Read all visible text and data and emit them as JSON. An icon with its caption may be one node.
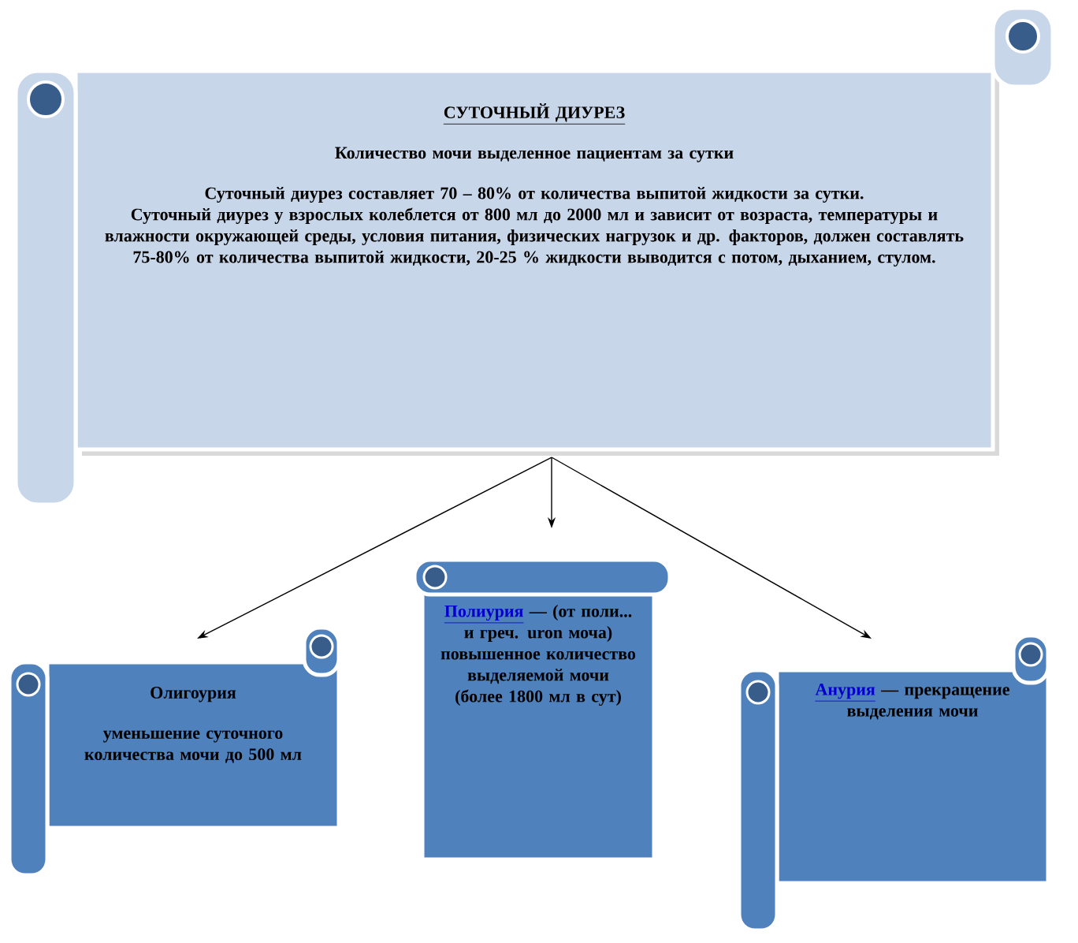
{
  "diagram": {
    "nodes": [
      {
        "text": [
          "СУТОЧНЫЙ ДИУРЕЗ",
          "Количество мочи выделенное пациентам за сутки",
          "Суточный диурез составляет 70 – 80% от количества выпитой жидкости за сутки.",
          "Суточный диурез у взрослых колеблется от 800 мл до 2000 мл и зависит от возраста, температуры и влажности окружающей среды, условия питания, физических нагрузок  и др. факторов, должен составлять 75-80% от количества выпитой жидкости, 20-25 % жидкости выводится с потом, дыханием, стулом."
        ]
      },
      {
        "text": [
          "Олигоурия",
          "уменьшение  суточного количества мочи до 500 мл"
        ]
      },
      {
        "text": [
          "Полиурия",
          "— (от поли... и греч. uron моча) повышенное количество выделяемой мочи (более 1800 мл в сут)"
        ]
      },
      {
        "text": [
          "Анурия",
          "— прекращение выделения мочи"
        ]
      }
    ],
    "edges": [
      {
        "from": 0,
        "to": 1,
        "arrow": "to"
      },
      {
        "from": 0,
        "to": 2,
        "arrow": "to"
      },
      {
        "from": 0,
        "to": 3,
        "arrow": "to"
      }
    ]
  }
}
